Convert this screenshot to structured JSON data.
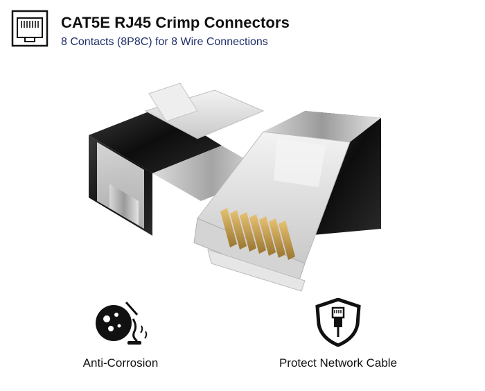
{
  "header": {
    "icon": "rj45-port-icon",
    "title": "CAT5E RJ45 Crimp Connectors",
    "subtitle": "8 Contacts (8P8C) for 8 Wire Connections"
  },
  "product": {
    "image": "rj45-connectors-image"
  },
  "features": [
    {
      "icon": "anti-corrosion-icon",
      "label": "Anti-Corrosion"
    },
    {
      "icon": "shield-cable-icon",
      "label": "Protect Network Cable"
    }
  ],
  "colors": {
    "title": "#111111",
    "subtitle": "#1f2f6b",
    "shield": "#111111",
    "contacts": "#c9a24a"
  }
}
